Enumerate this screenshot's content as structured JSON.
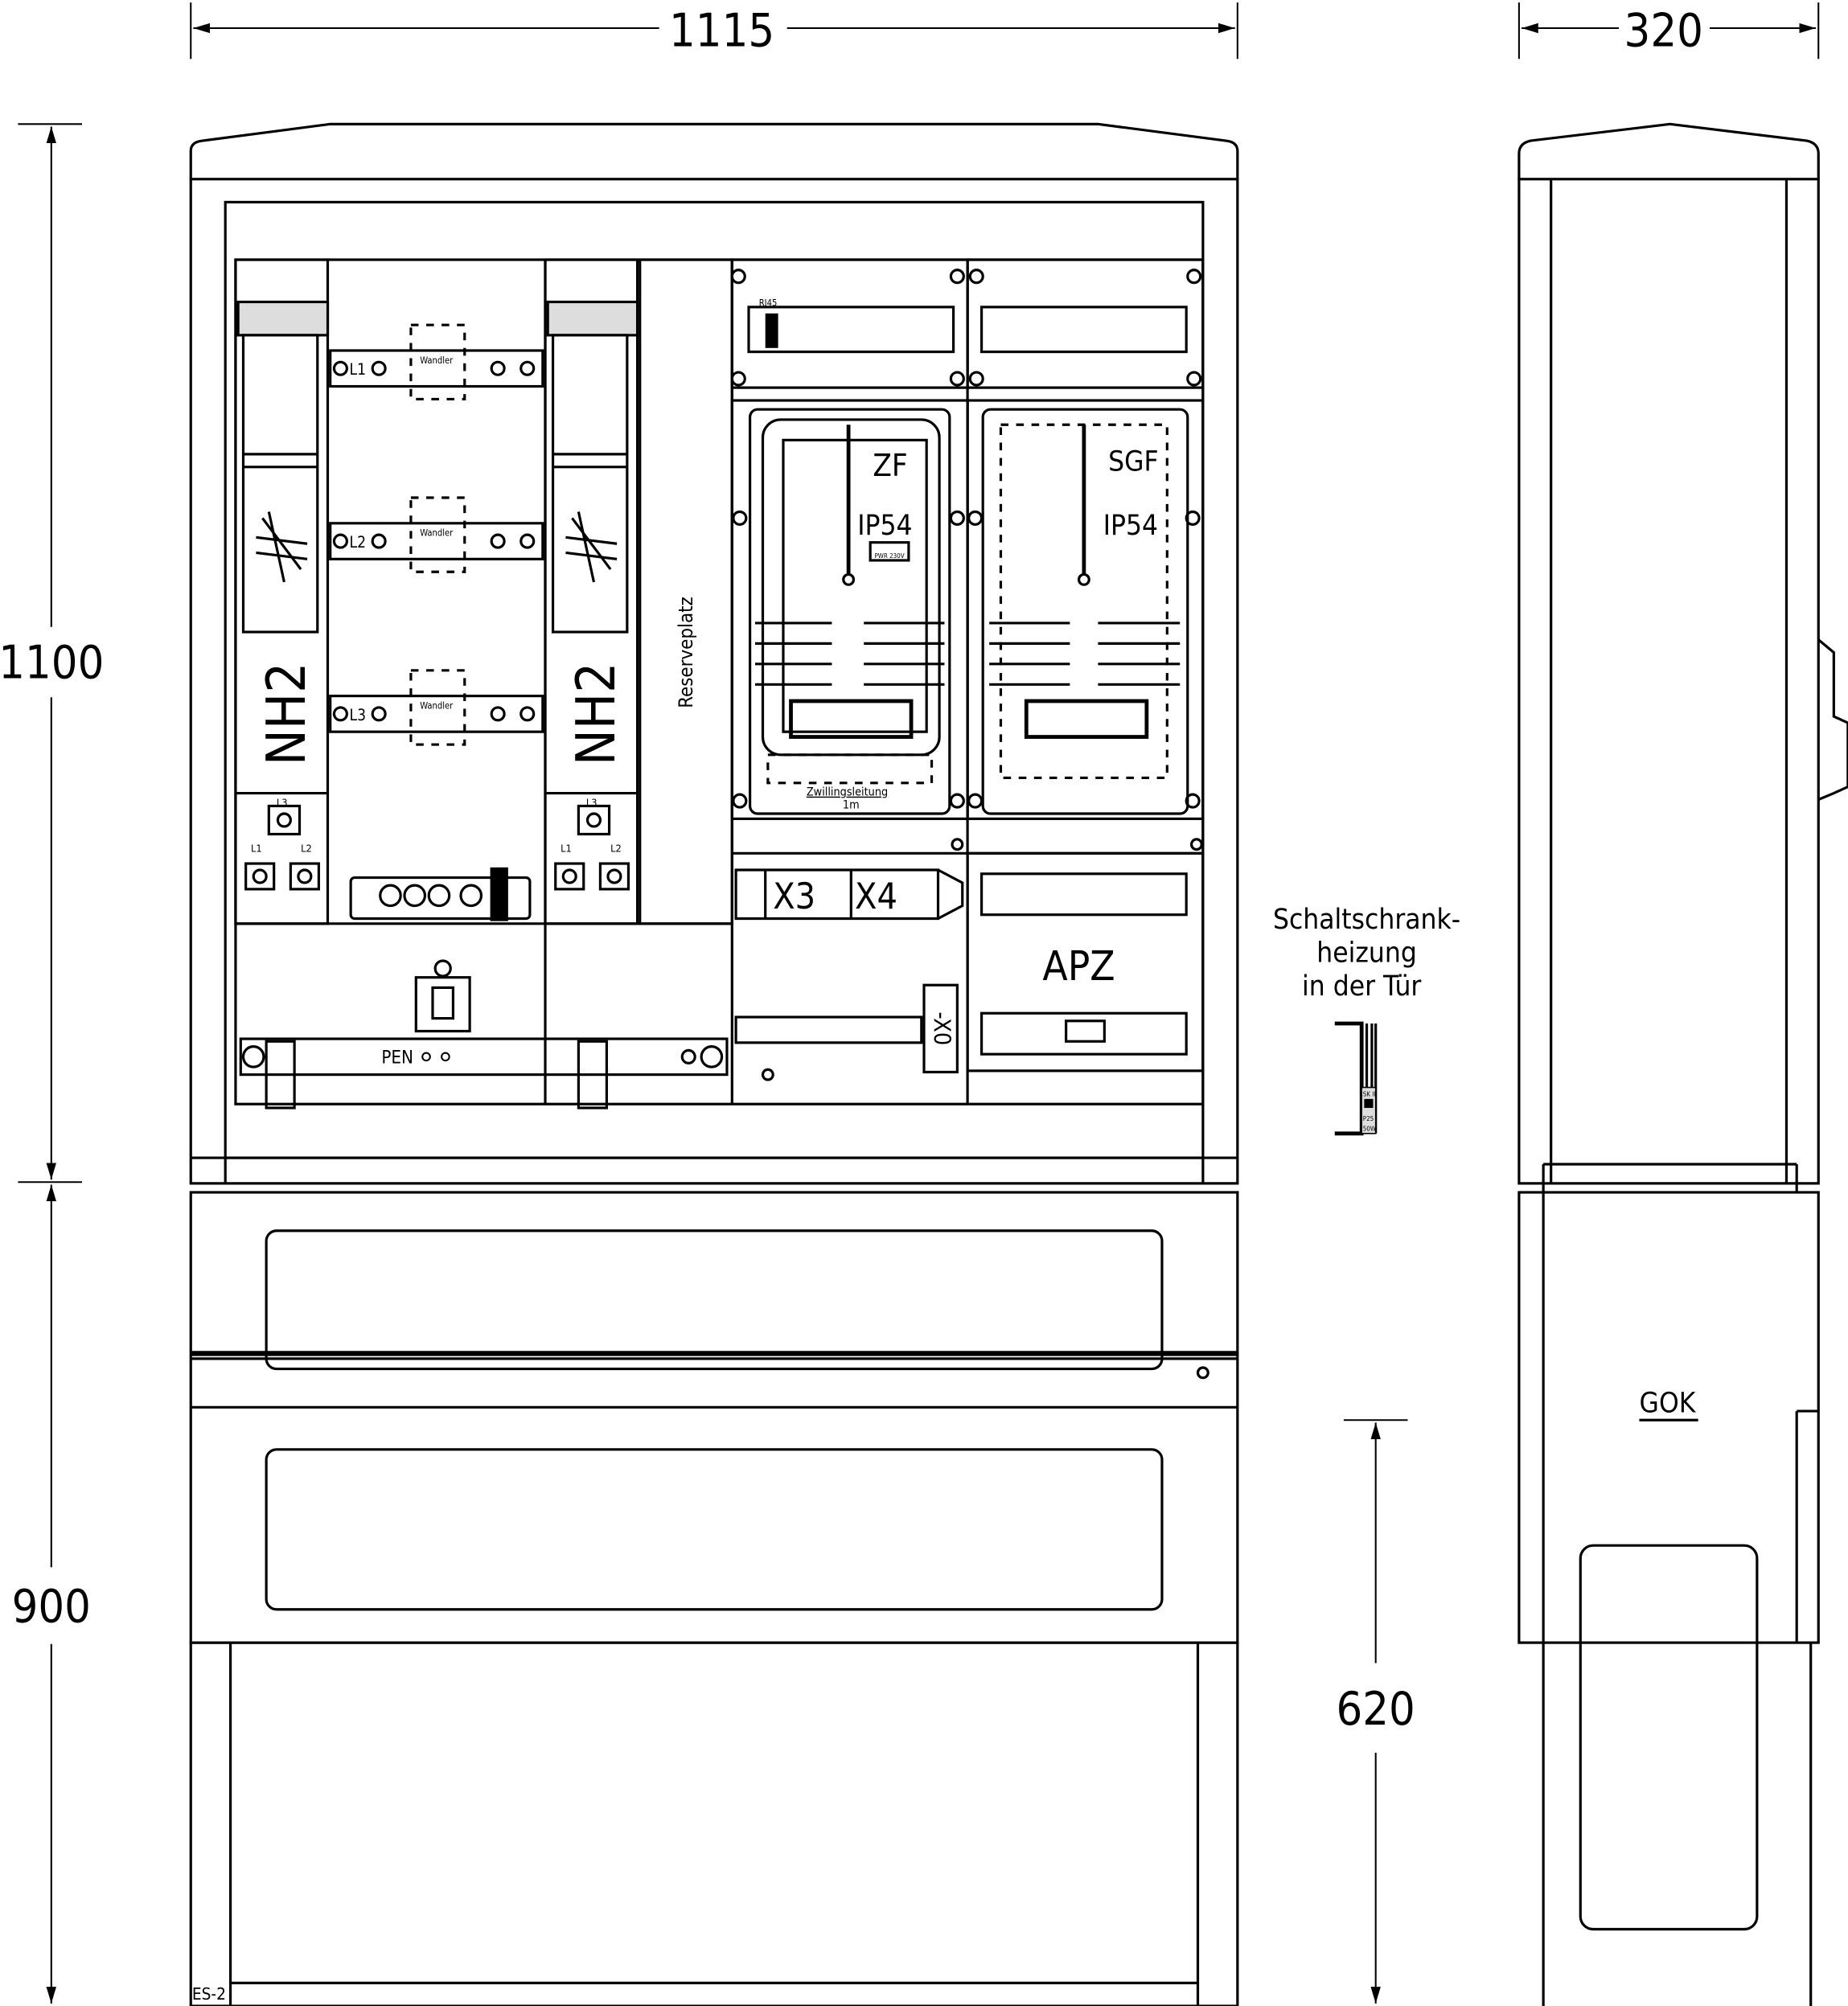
{
  "dimensions": {
    "width_front": "1115",
    "width_side": "320",
    "height_upper": "1100",
    "height_base": "900",
    "height_ground": "620"
  },
  "labels": {
    "nh2_left": "NH2",
    "nh2_right": "NH2",
    "wandler": [
      "Wandler",
      "Wandler",
      "Wandler"
    ],
    "phases": [
      "L1",
      "L2",
      "L3"
    ],
    "nh_terminals": {
      "l3": "L3",
      "l1": "L1",
      "l2": "L2"
    },
    "reserve": "Reserveplatz",
    "rj45": "RJ45",
    "zf": "ZF",
    "zf_ip": "IP54",
    "sgf": "SGF",
    "sgf_ip": "IP54",
    "pwr": "PWR 230V",
    "zwilling": "Zwillingsleitung",
    "zwilling_len": "1m",
    "x3": "X3",
    "x4": "X4",
    "x0": "-X0",
    "apz": "APZ",
    "pen": "PEN",
    "drawing_id": "ES-2",
    "gok": "GOK"
  },
  "heater": {
    "title_lines": [
      "Schaltschrank-",
      "heizung",
      "in der Tür"
    ],
    "class": "SK II",
    "ip": "P25",
    "power": "50W"
  }
}
